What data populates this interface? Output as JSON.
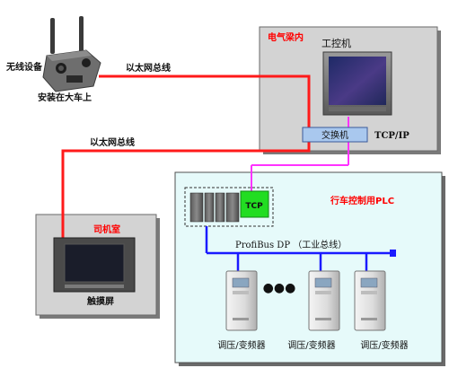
{
  "labels": {
    "wireless_device": "无线设备",
    "mounted_on_crane": "安装在大车上",
    "ethernet_bus_top": "以太网总线",
    "ethernet_bus_left": "以太网总线",
    "electrical_room": "电气梁内",
    "ipc": "工控机",
    "switch": "交换机",
    "tcpip": "TCP/IP",
    "cab": "司机室",
    "touchscreen": "触摸屏",
    "plc_title": "行车控制用PLC",
    "tcp": "TCP",
    "profibus": "ProfiBus DP  （工业总线）",
    "ellipsis": "●●●",
    "vfd1": "调压/变频器",
    "vfd2": "调压/变频器",
    "vfd3": "调压/变频器"
  },
  "colors": {
    "ethernet_line": "#ff1a1a",
    "tcp_line": "#ff33ff",
    "profibus_line": "#1a1aff",
    "panel_grey": "#d3d3d3",
    "plc_panel": "#e6fafa",
    "red_text": "#ff0000",
    "tcp_box": "#22dd22",
    "switch_box": "#a9c8ee"
  }
}
